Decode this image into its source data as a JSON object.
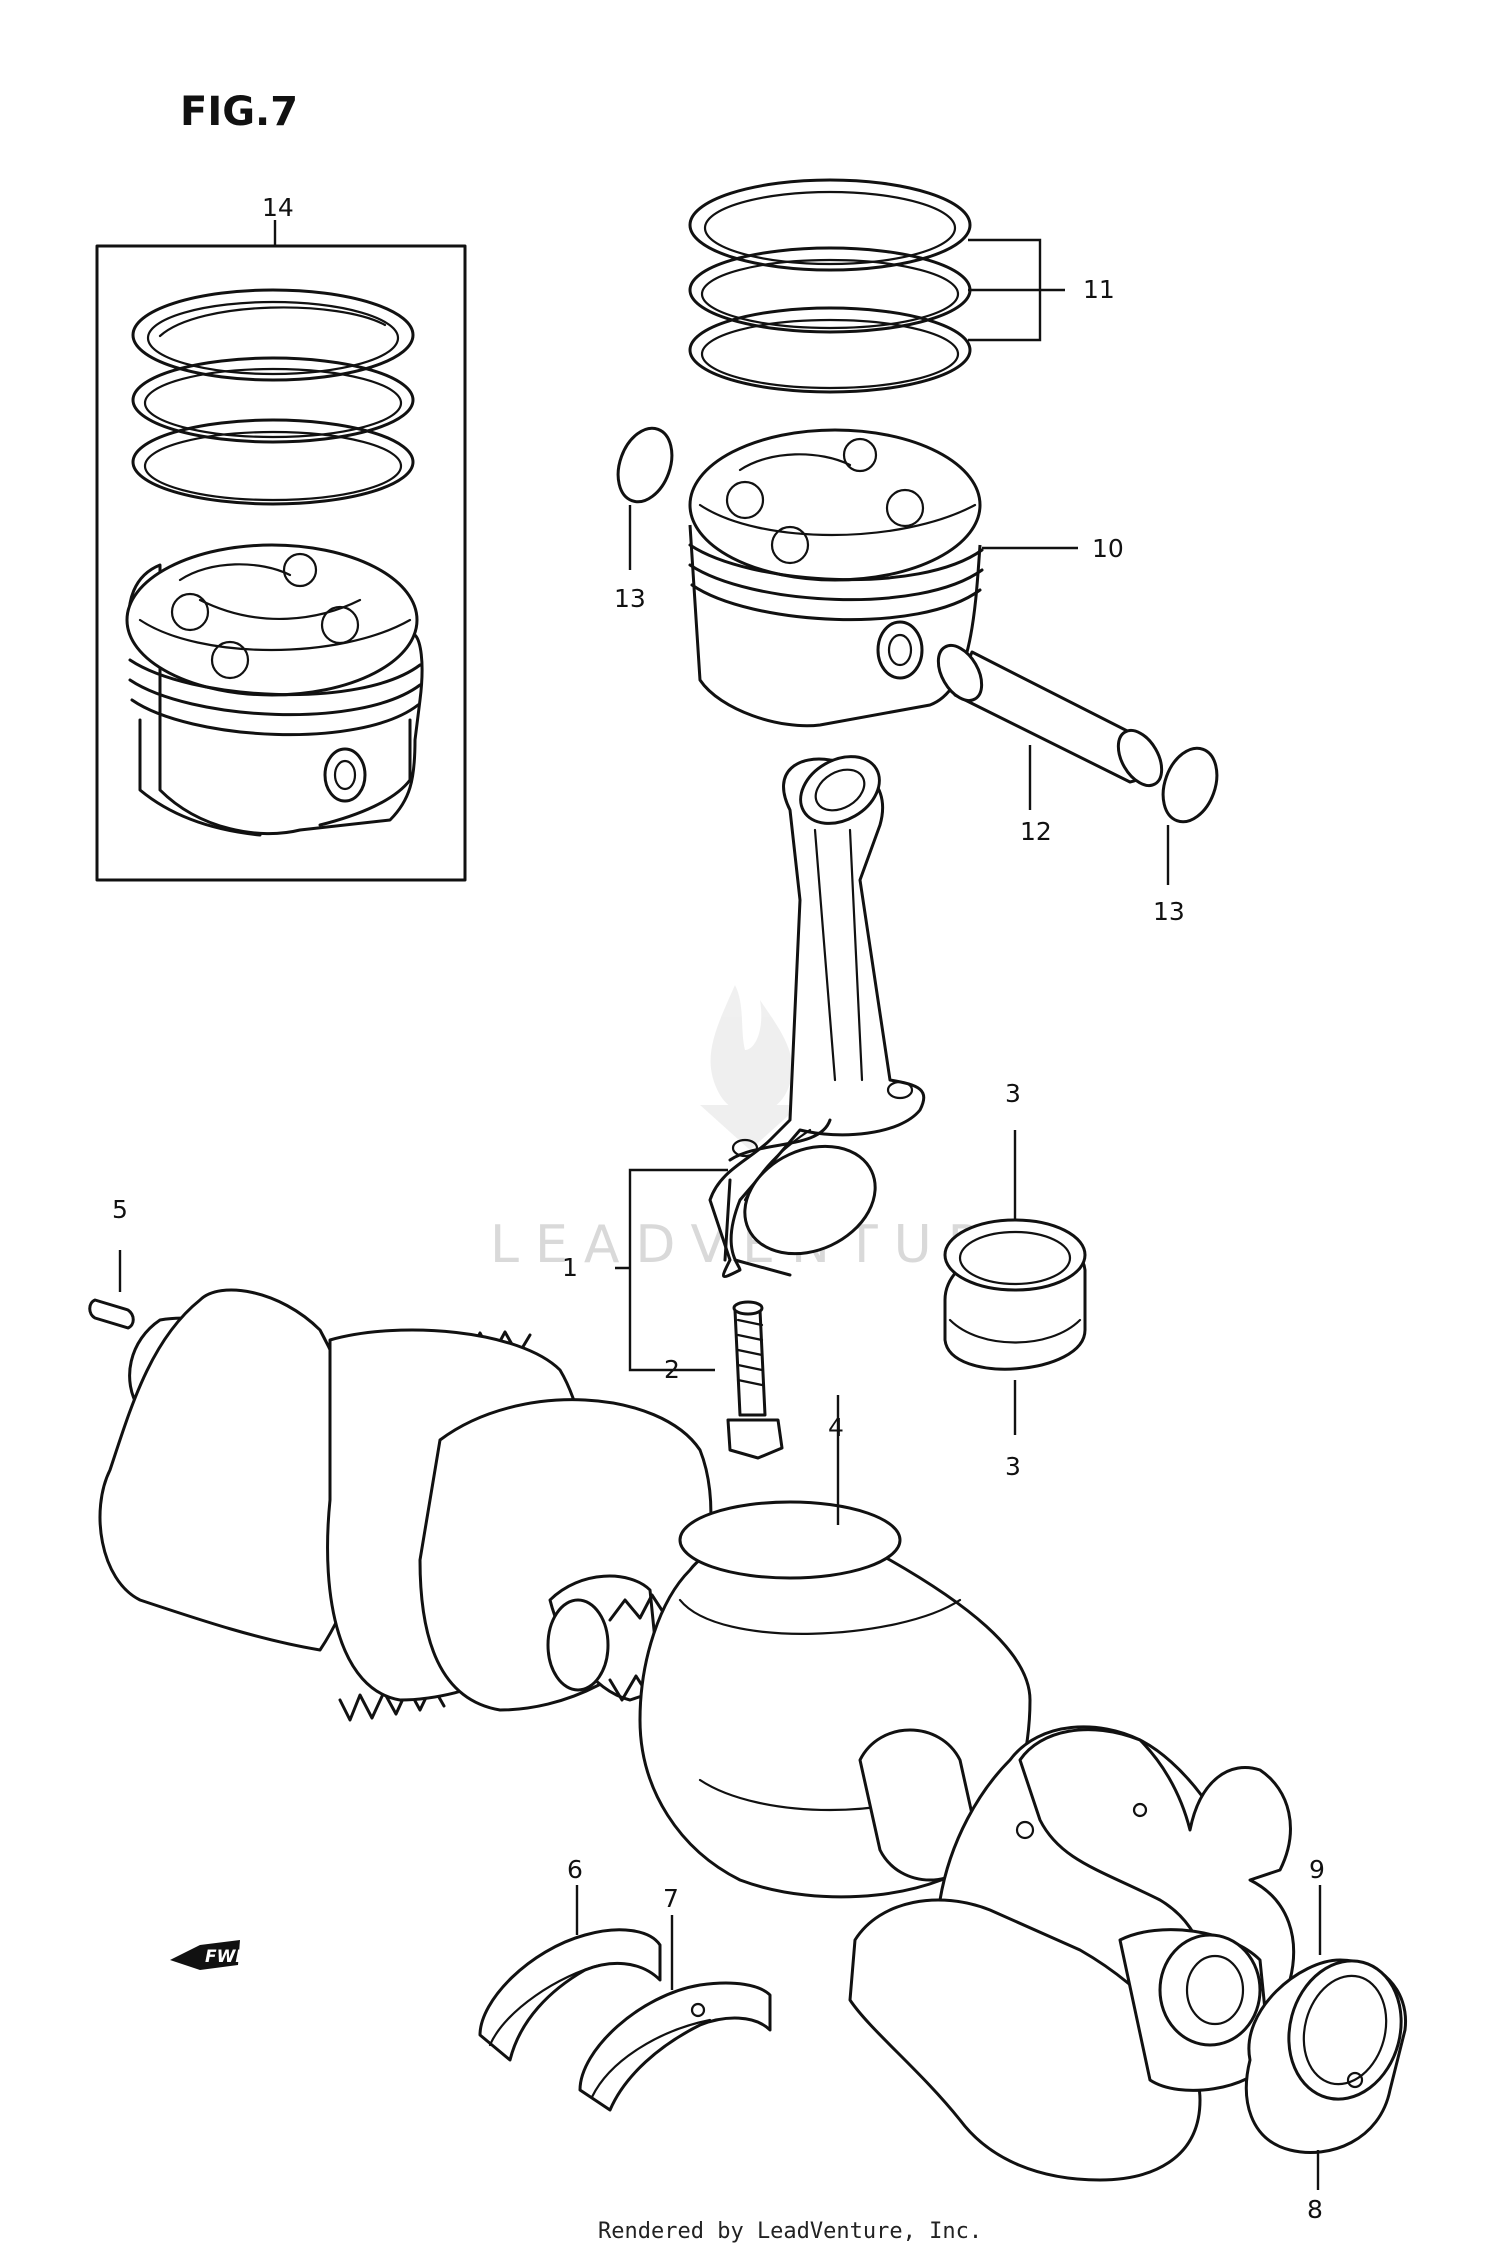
{
  "figure_title": "FIG.7",
  "direction_marker": "FWD",
  "watermark": "LEADVENTURE",
  "credit": "Rendered by LeadVenture, Inc.",
  "callouts": {
    "c1": "1",
    "c2": "2",
    "c3a": "3",
    "c3b": "3",
    "c4": "4",
    "c5": "5",
    "c6": "6",
    "c7": "7",
    "c8": "8",
    "c9": "9",
    "c10": "10",
    "c11": "11",
    "c12": "12",
    "c13a": "13",
    "c13b": "13",
    "c14": "14"
  }
}
